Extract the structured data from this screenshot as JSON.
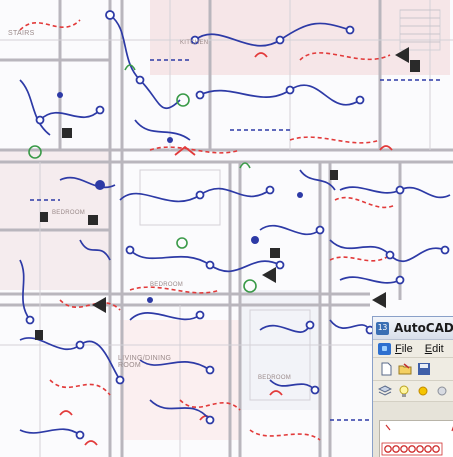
{
  "plan": {
    "room_labels": [
      {
        "text": "STAIRS"
      },
      {
        "text": "BEDROOM"
      },
      {
        "text": "BEDROOM"
      },
      {
        "text": "LIVING/DINING\nROOM"
      },
      {
        "text": "BEDROOM"
      },
      {
        "text": "KITCHEN"
      }
    ]
  },
  "autocad": {
    "title": "AutoCAD",
    "app_icon": "13",
    "menu": [
      {
        "prefix": "",
        "accel": "F",
        "rest": "ile"
      },
      {
        "prefix": "",
        "accel": "E",
        "rest": "dit"
      }
    ],
    "toolbar_icons": [
      "new-file-icon",
      "open-folder-icon",
      "save-disk-icon"
    ],
    "toolbar2_icons": [
      "layers-icon",
      "lightbulb-icon",
      "sun-icon",
      "snowflake-icon"
    ]
  },
  "colors": {
    "wiring_blue": "#2d3aa6",
    "wiring_red": "#e23a3a",
    "wall_gray": "#b9b6bd",
    "accent_green": "#3a9a48",
    "sheet_pink": "#f6d9dc"
  }
}
